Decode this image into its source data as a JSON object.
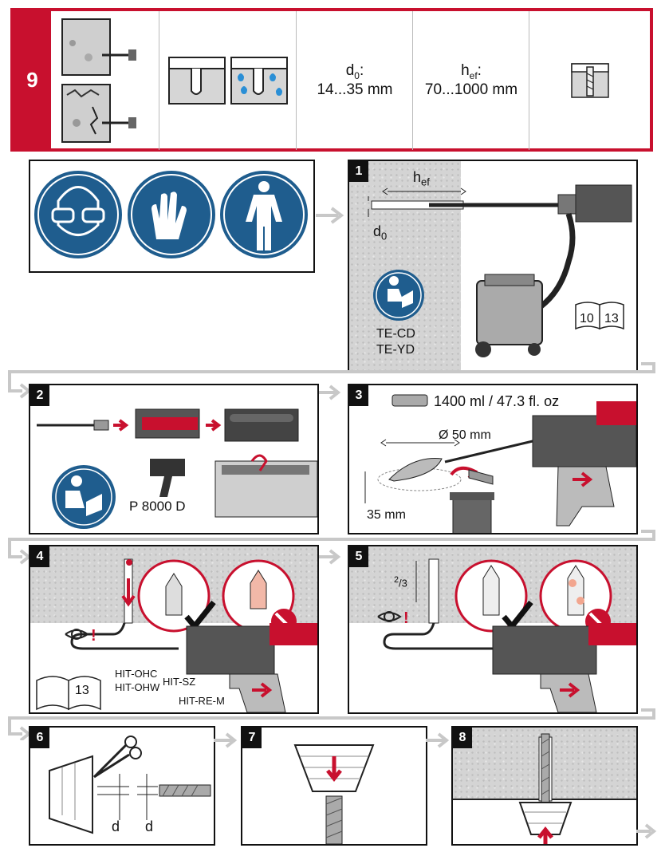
{
  "header": {
    "step_number": "9",
    "d0_label": "d",
    "d0_sub": "0",
    "d0_colon": ":",
    "d0_range": "14...35 mm",
    "hef_label": "h",
    "hef_sub": "ef",
    "hef_colon": ":",
    "hef_range": "70...1000 mm"
  },
  "steps": {
    "s1": {
      "num": "1",
      "hef_label": "h",
      "hef_sub": "ef",
      "d0_label": "d",
      "d0_sub": "0",
      "tool1": "TE-CD",
      "tool2": "TE-YD",
      "page_left": "10",
      "page_right": "13"
    },
    "s2": {
      "num": "2",
      "dispenser": "P 8000 D"
    },
    "s3": {
      "num": "3",
      "volume": "1400 ml / 47.3 fl. oz",
      "diameter": "Ø 50 mm",
      "depth": "35 mm"
    },
    "s4": {
      "num": "4",
      "page": "13",
      "acc1": "HIT-OHC",
      "acc2": "HIT-OHW",
      "acc3": "HIT-SZ",
      "acc4": "HIT-RE-M"
    },
    "s5": {
      "num": "5",
      "fraction_num": "2",
      "fraction_den": "3"
    },
    "s6": {
      "num": "6",
      "d1": "d",
      "d2": "d"
    },
    "s7": {
      "num": "7"
    },
    "s8": {
      "num": "8"
    }
  },
  "colors": {
    "brand_red": "#c8102e",
    "safety_blue": "#1f5d8e",
    "arrow_gray": "#c8c8c8"
  }
}
